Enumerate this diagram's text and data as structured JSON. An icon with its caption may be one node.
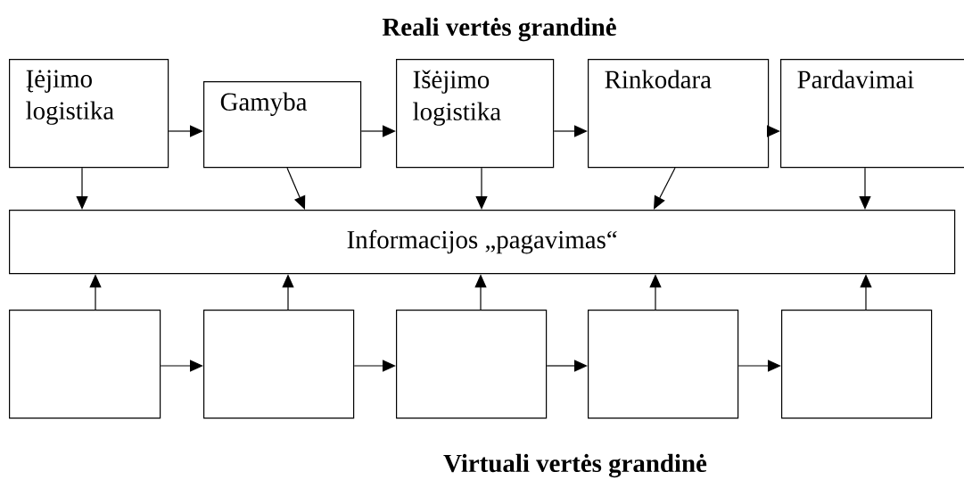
{
  "diagram": {
    "title": "Reali vertės grandinė",
    "caption": "Virtuali vertės grandinė",
    "nodes": [
      {
        "text": [
          "Įėjimo logistika"
        ]
      },
      {
        "text": [
          "Gamyba"
        ]
      },
      {
        "text": [
          "Išėjimo logistika"
        ]
      },
      {
        "text": [
          "Rinkodara"
        ]
      },
      {
        "text": [
          "Pardavimai"
        ]
      },
      {
        "text": [
          "Informacijos „pagavimas“"
        ]
      },
      {
        "text": [],
        "shape": "box"
      },
      {
        "text": [],
        "shape": "box"
      },
      {
        "text": [],
        "shape": "box"
      },
      {
        "text": [],
        "shape": "box"
      },
      {
        "text": [],
        "shape": "box"
      }
    ],
    "edges": [
      {
        "from": 0,
        "to": 1,
        "arrow": "to"
      },
      {
        "from": 1,
        "to": 2,
        "arrow": "to"
      },
      {
        "from": 2,
        "to": 3,
        "arrow": "to"
      },
      {
        "from": 3,
        "to": 4,
        "arrow": "to"
      },
      {
        "from": 0,
        "to": 5,
        "arrow": "to"
      },
      {
        "from": 1,
        "to": 5,
        "arrow": "to"
      },
      {
        "from": 2,
        "to": 5,
        "arrow": "to"
      },
      {
        "from": 3,
        "to": 5,
        "arrow": "to"
      },
      {
        "from": 4,
        "to": 5,
        "arrow": "to"
      },
      {
        "from": 6,
        "to": 5,
        "arrow": "to"
      },
      {
        "from": 7,
        "to": 5,
        "arrow": "to"
      },
      {
        "from": 8,
        "to": 5,
        "arrow": "to"
      },
      {
        "from": 9,
        "to": 5,
        "arrow": "to"
      },
      {
        "from": 10,
        "to": 5,
        "arrow": "to"
      },
      {
        "from": 6,
        "to": 7,
        "arrow": "to"
      },
      {
        "from": 7,
        "to": 8,
        "arrow": "to"
      },
      {
        "from": 8,
        "to": 9,
        "arrow": "to"
      },
      {
        "from": 9,
        "to": 10,
        "arrow": "to"
      }
    ]
  }
}
